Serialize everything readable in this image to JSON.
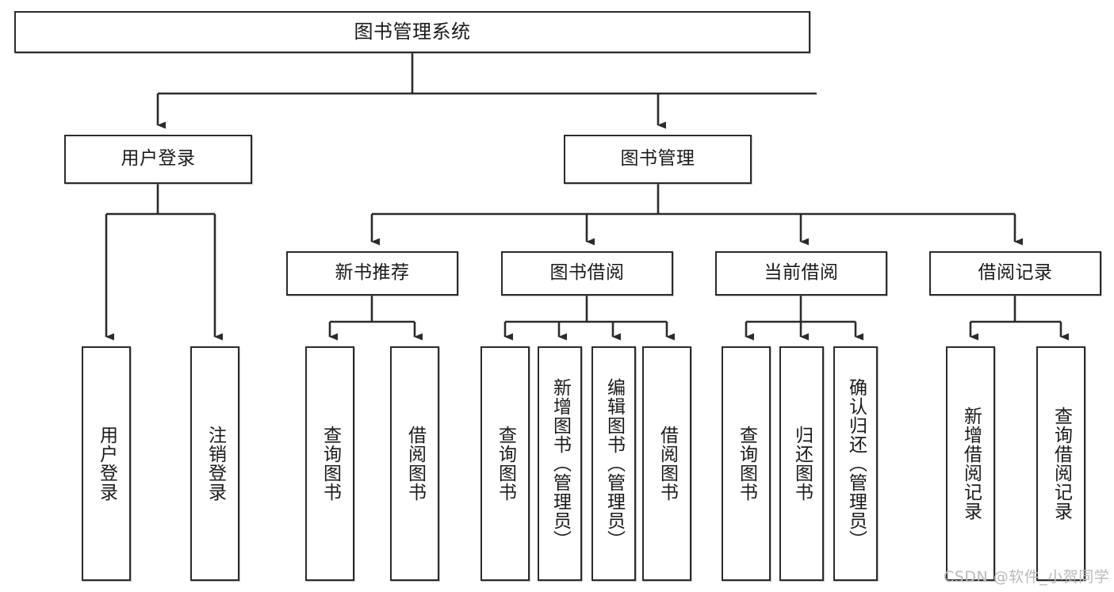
{
  "diagram": {
    "title": "图书管理系统",
    "type": "tree-hierarchy-chart",
    "watermark": "CSDN @软件_小贺同学",
    "colors": {
      "box_border": "#2b2b2b",
      "box_fill": "#ffffff",
      "edge": "#2b2b2b",
      "text": "#1a1a1a",
      "watermark": "#b9b9b9",
      "background": "#ffffff"
    },
    "nodes": {
      "root": {
        "label": "图书管理系统"
      },
      "level2": [
        {
          "label": "用户登录"
        },
        {
          "label": "图书管理"
        }
      ],
      "level3": [
        {
          "label": "新书推荐"
        },
        {
          "label": "图书借阅"
        },
        {
          "label": "当前借阅"
        },
        {
          "label": "借阅记录"
        }
      ],
      "leaves": {
        "user_login": [
          {
            "label": "用户登录"
          },
          {
            "label": "注销登录"
          }
        ],
        "new_book_recommend": [
          {
            "label": "查询图书"
          },
          {
            "label": "借阅图书"
          }
        ],
        "book_borrow": [
          {
            "label": "查询图书"
          },
          {
            "label": "新增图书（管理员）"
          },
          {
            "label": "编辑图书（管理员）"
          },
          {
            "label": "借阅图书"
          }
        ],
        "current_borrow": [
          {
            "label": "查询图书"
          },
          {
            "label": "归还图书"
          },
          {
            "label": "确认归还（管理员）"
          }
        ],
        "borrow_record": [
          {
            "label": "新增借阅记录"
          },
          {
            "label": "查询借阅记录"
          }
        ]
      }
    }
  }
}
